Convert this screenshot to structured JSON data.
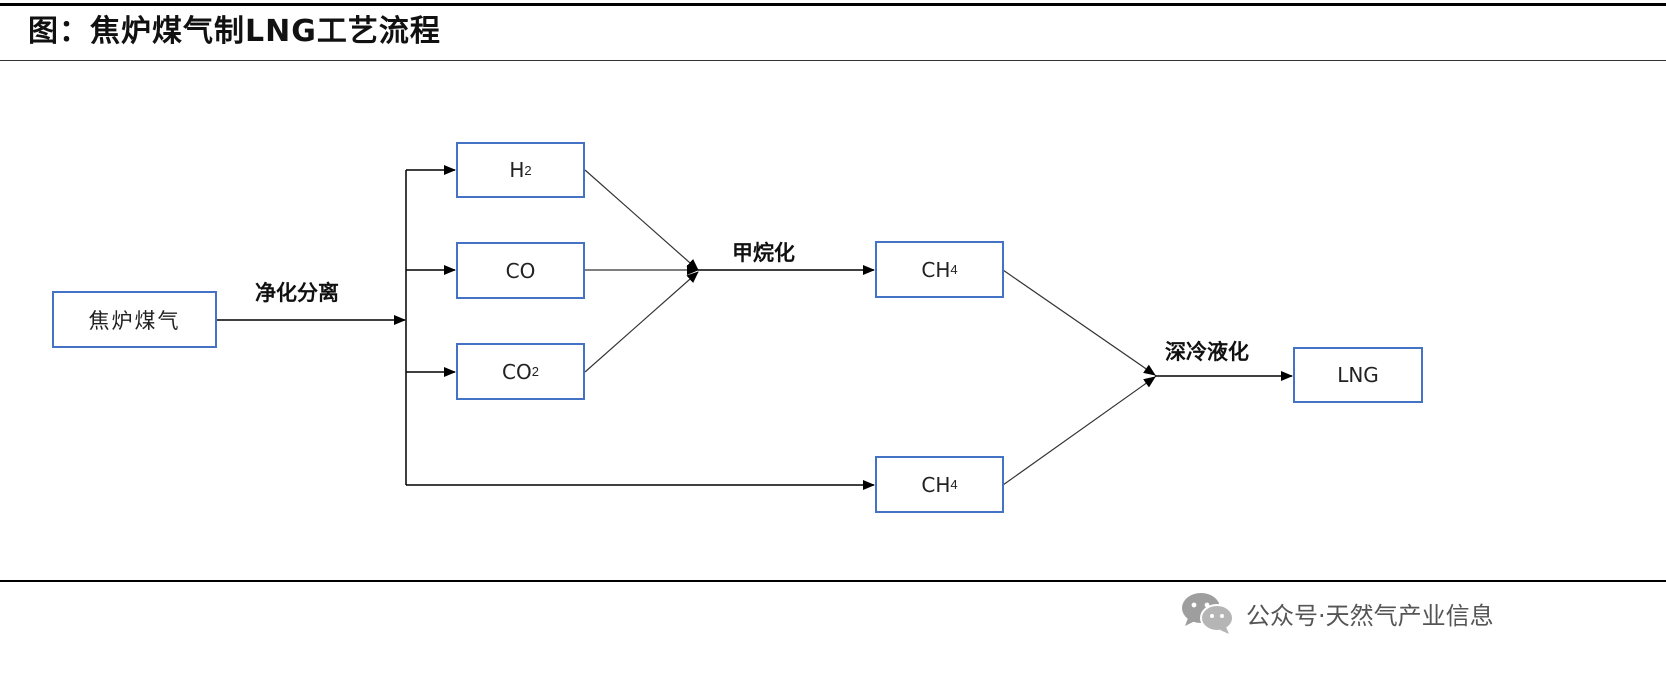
{
  "title": "图：焦炉煤气制LNG工艺流程",
  "nodes": {
    "source": {
      "label": "焦炉煤气"
    },
    "h2": {
      "main": "H",
      "sub": "2"
    },
    "co": {
      "main": "CO",
      "sub": ""
    },
    "co2": {
      "main": "CO",
      "sub": "2"
    },
    "ch4_methanation": {
      "main": "CH",
      "sub": "4"
    },
    "ch4_direct": {
      "main": "CH",
      "sub": "4"
    },
    "lng": {
      "main": "LNG",
      "sub": ""
    }
  },
  "edge_labels": {
    "purification": "净化分离",
    "methanation": "甲烷化",
    "liquefaction": "深冷液化"
  },
  "footer": {
    "icon": "wechat-icon",
    "text": "公众号·天然气产业信息"
  },
  "colors": {
    "node_border": "#4472c4",
    "line": "#000000"
  }
}
